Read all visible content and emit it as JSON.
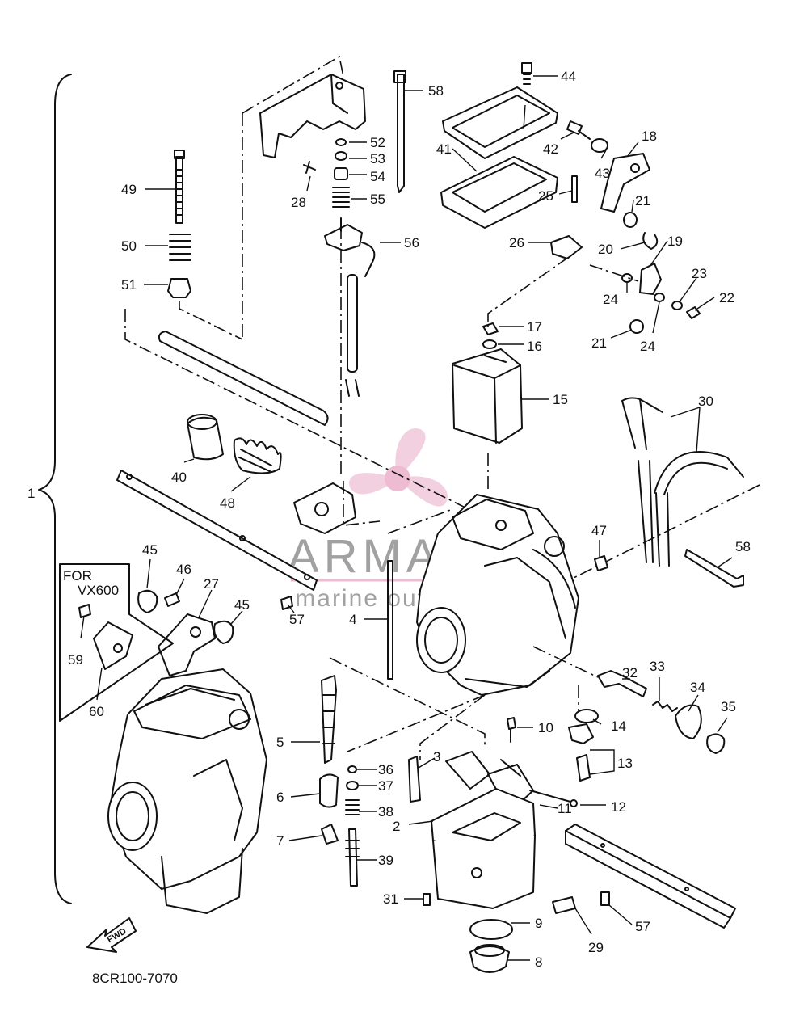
{
  "diagram_code": "8CR100-7070",
  "for_model_line1": "FOR",
  "for_model_line2": "VX600",
  "fwd_label": "FWD",
  "watermark": {
    "brand": "ARMADA",
    "tagline": "marine outboards",
    "accent_color": "#e8a6c3"
  },
  "callouts": [
    {
      "n": "1"
    },
    {
      "n": "2"
    },
    {
      "n": "3"
    },
    {
      "n": "4"
    },
    {
      "n": "5"
    },
    {
      "n": "6"
    },
    {
      "n": "7"
    },
    {
      "n": "8"
    },
    {
      "n": "9"
    },
    {
      "n": "10"
    },
    {
      "n": "11"
    },
    {
      "n": "12"
    },
    {
      "n": "13"
    },
    {
      "n": "14"
    },
    {
      "n": "15"
    },
    {
      "n": "16"
    },
    {
      "n": "17"
    },
    {
      "n": "18"
    },
    {
      "n": "19"
    },
    {
      "n": "20"
    },
    {
      "n": "21"
    },
    {
      "n": "21"
    },
    {
      "n": "22"
    },
    {
      "n": "23"
    },
    {
      "n": "24"
    },
    {
      "n": "24"
    },
    {
      "n": "25"
    },
    {
      "n": "26"
    },
    {
      "n": "27"
    },
    {
      "n": "28"
    },
    {
      "n": "29"
    },
    {
      "n": "30"
    },
    {
      "n": "31"
    },
    {
      "n": "32"
    },
    {
      "n": "33"
    },
    {
      "n": "34"
    },
    {
      "n": "35"
    },
    {
      "n": "36"
    },
    {
      "n": "37"
    },
    {
      "n": "38"
    },
    {
      "n": "39"
    },
    {
      "n": "40"
    },
    {
      "n": "41"
    },
    {
      "n": "42"
    },
    {
      "n": "43"
    },
    {
      "n": "44"
    },
    {
      "n": "45"
    },
    {
      "n": "45"
    },
    {
      "n": "46"
    },
    {
      "n": "47"
    },
    {
      "n": "48"
    },
    {
      "n": "49"
    },
    {
      "n": "50"
    },
    {
      "n": "51"
    },
    {
      "n": "52"
    },
    {
      "n": "53"
    },
    {
      "n": "54"
    },
    {
      "n": "55"
    },
    {
      "n": "56"
    },
    {
      "n": "57"
    },
    {
      "n": "57"
    },
    {
      "n": "58"
    },
    {
      "n": "58"
    },
    {
      "n": "59"
    },
    {
      "n": "60"
    }
  ]
}
